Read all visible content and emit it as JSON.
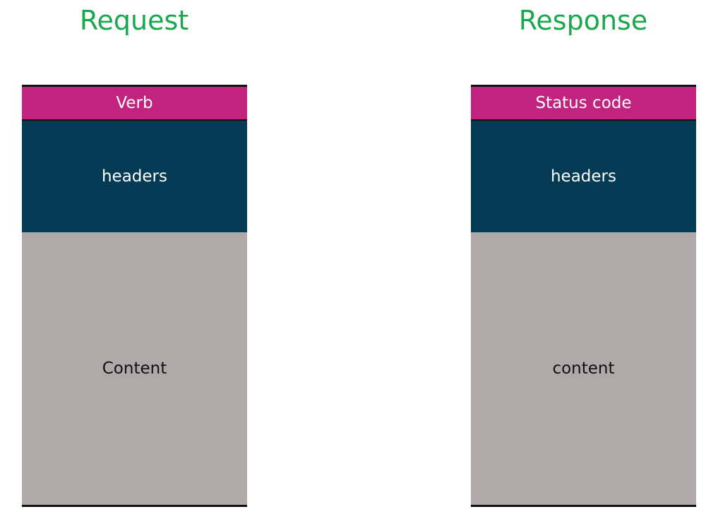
{
  "colors": {
    "title": "#1aa84f",
    "top_band": "#c2237f",
    "middle_band": "#033b54",
    "bottom_band": "#afa9aa"
  },
  "request": {
    "title": "Request",
    "top": "Verb",
    "middle": "headers",
    "bottom": "Content"
  },
  "response": {
    "title": "Response",
    "top": "Status code",
    "middle": "headers",
    "bottom": "content"
  }
}
